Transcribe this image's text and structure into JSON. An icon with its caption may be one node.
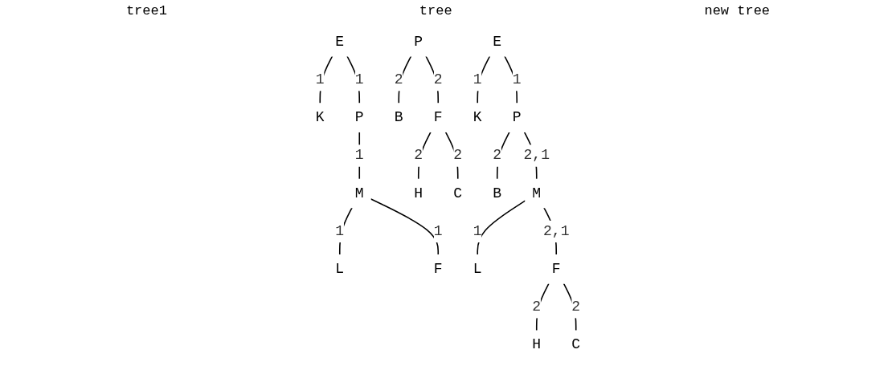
{
  "diagram": {
    "nodes": [
      {
        "text": [
          "E"
        ]
      },
      {
        "text": [
          "K"
        ]
      },
      {
        "text": [
          "P"
        ]
      },
      {
        "text": [
          "M"
        ]
      },
      {
        "text": [
          "L"
        ]
      },
      {
        "text": [
          "F"
        ]
      },
      {
        "text": [
          "P"
        ]
      },
      {
        "text": [
          "B"
        ]
      },
      {
        "text": [
          "F"
        ]
      },
      {
        "text": [
          "H"
        ]
      },
      {
        "text": [
          "C"
        ]
      },
      {
        "text": [
          "E"
        ]
      },
      {
        "text": [
          "K"
        ]
      },
      {
        "text": [
          "P"
        ]
      },
      {
        "text": [
          "B"
        ]
      },
      {
        "text": [
          "M"
        ]
      },
      {
        "text": [
          "L"
        ]
      },
      {
        "text": [
          "F"
        ]
      },
      {
        "text": [
          "H"
        ]
      },
      {
        "text": [
          "C"
        ]
      }
    ],
    "edges": [
      {
        "from": 0,
        "to": 1,
        "arrow": "none",
        "label": "1"
      },
      {
        "from": 0,
        "to": 2,
        "arrow": "none",
        "label": "1"
      },
      {
        "from": 2,
        "to": 3,
        "arrow": "none",
        "label": "1"
      },
      {
        "from": 3,
        "to": 4,
        "arrow": "none",
        "label": "1"
      },
      {
        "from": 3,
        "to": 5,
        "arrow": "none",
        "label": "1"
      },
      {
        "from": 6,
        "to": 7,
        "arrow": "none",
        "label": "2"
      },
      {
        "from": 6,
        "to": 8,
        "arrow": "none",
        "label": "2"
      },
      {
        "from": 8,
        "to": 9,
        "arrow": "none",
        "label": "2"
      },
      {
        "from": 8,
        "to": 10,
        "arrow": "none",
        "label": "2"
      },
      {
        "from": 11,
        "to": 12,
        "arrow": "none",
        "label": "1"
      },
      {
        "from": 11,
        "to": 13,
        "arrow": "none",
        "label": "1"
      },
      {
        "from": 13,
        "to": 14,
        "arrow": "none",
        "label": "2"
      },
      {
        "from": 13,
        "to": 15,
        "arrow": "none",
        "label": "2,1"
      },
      {
        "from": 15,
        "to": 16,
        "arrow": "none",
        "label": "1"
      },
      {
        "from": 15,
        "to": 17,
        "arrow": "none",
        "label": "2,1"
      },
      {
        "from": 17,
        "to": 18,
        "arrow": "none",
        "label": "2"
      },
      {
        "from": 17,
        "to": 19,
        "arrow": "none",
        "label": "2"
      }
    ],
    "labels": [
      "tree1",
      "tree",
      "new tree"
    ]
  }
}
